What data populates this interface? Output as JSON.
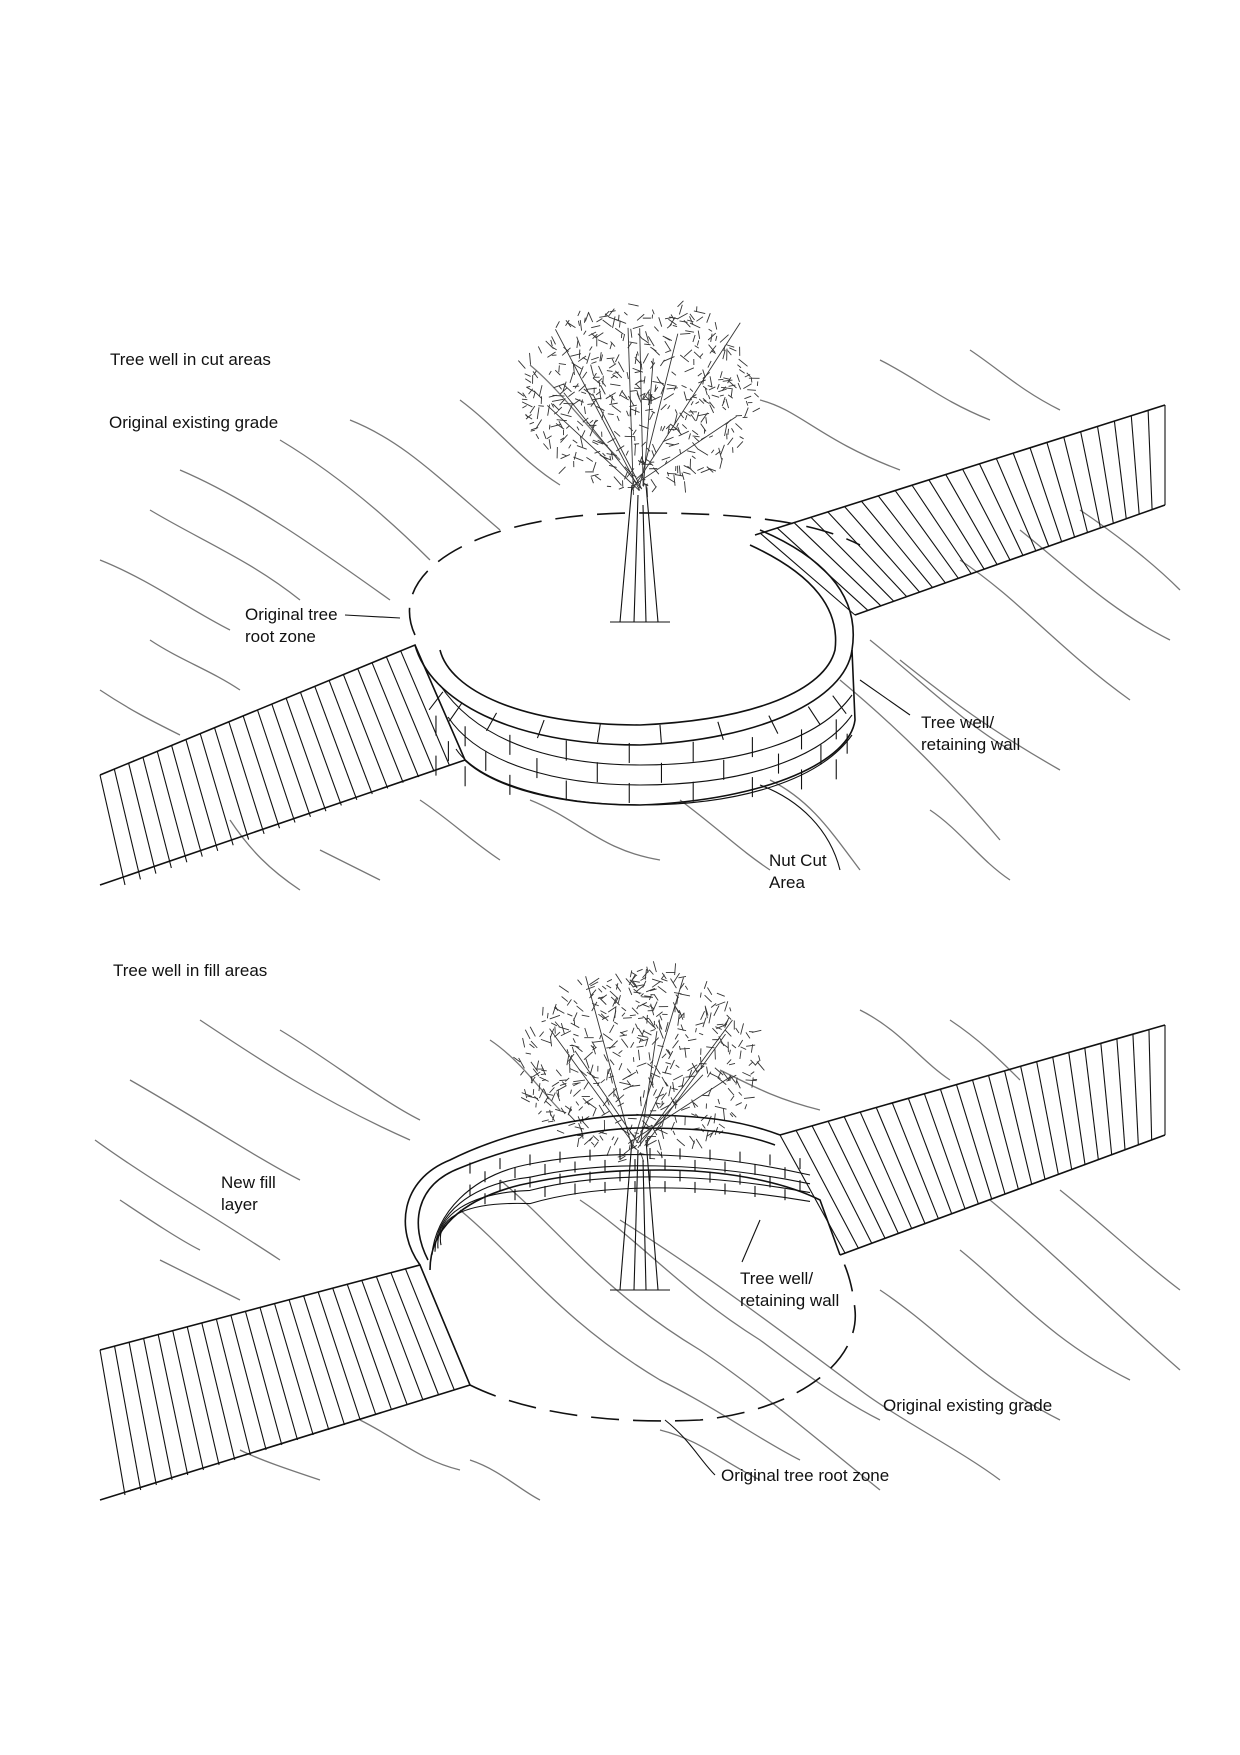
{
  "figure": {
    "colors": {
      "ink": "#111111",
      "contour": "#777777",
      "background": "#ffffff"
    },
    "cut_section": {
      "title": "Tree well in cut areas",
      "labels": {
        "original_grade": "Original existing grade",
        "root_zone": "Original tree\nroot zone",
        "retaining_wall": "Tree well/\nretaining wall",
        "cut_area": "Nut Cut\nArea"
      }
    },
    "fill_section": {
      "title": "Tree well in fill areas",
      "labels": {
        "fill_layer": "New fill\nlayer",
        "retaining_wall": "Tree well/\nretaining wall",
        "original_grade": "Original existing grade",
        "root_zone": "Original tree root zone"
      }
    }
  }
}
